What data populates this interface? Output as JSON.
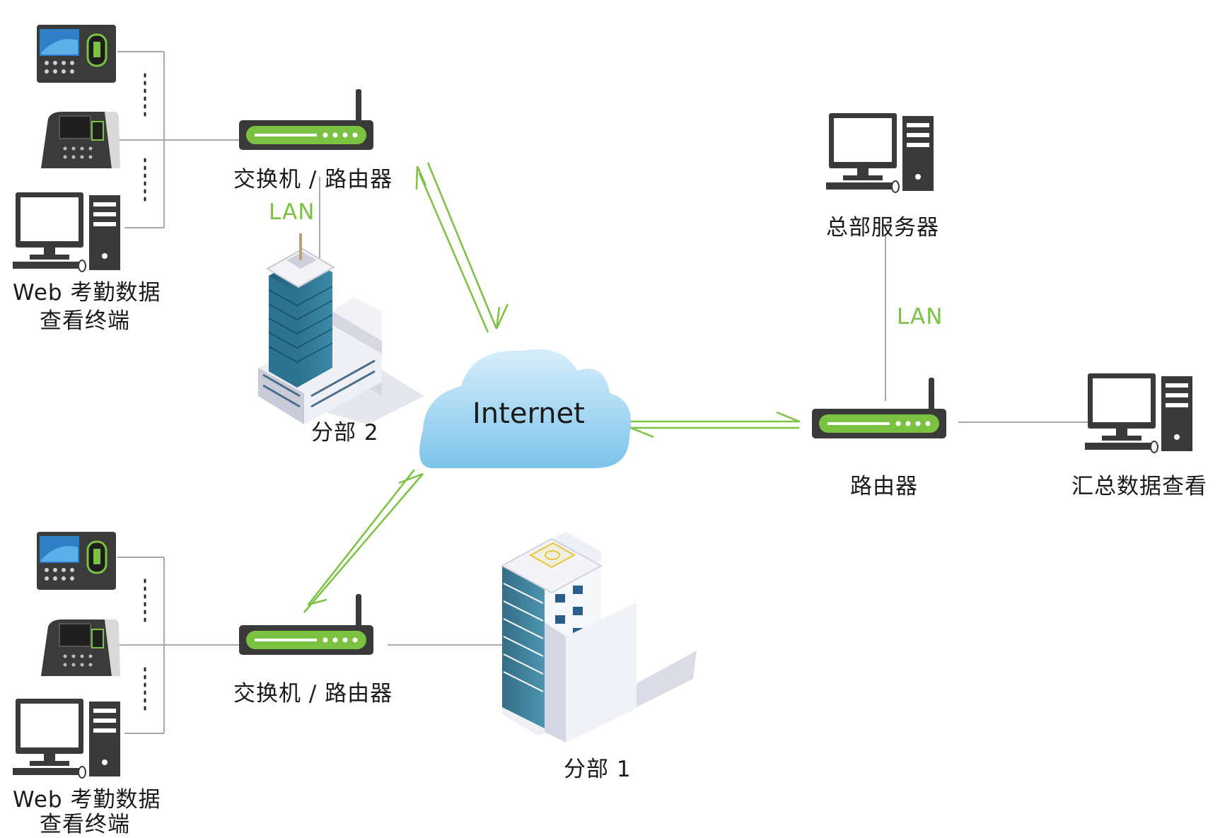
{
  "nodes": {
    "switch_top_label": "交换机 / 路由器",
    "switch_bottom_label": "交换机 / 路由器",
    "lan_top": "LAN",
    "branch2_label": "分部 2",
    "branch1_label": "分部 1",
    "internet_label": "Internet",
    "hq_server_label": "总部服务器",
    "lan_right": "LAN",
    "router_label": "路由器",
    "summary_pc_label": "汇总数据查看",
    "web_top_line1": "Web 考勤数据",
    "web_top_line2": "查看终端",
    "web_bottom_line1": "Web 考勤数据",
    "web_bottom_line2": "查看终端"
  },
  "colors": {
    "accent_green": "#7cc242",
    "line_gray": "#a0a0a0",
    "device_dark": "#3a3a3a",
    "cloud_blue": "#8fd0f0"
  }
}
